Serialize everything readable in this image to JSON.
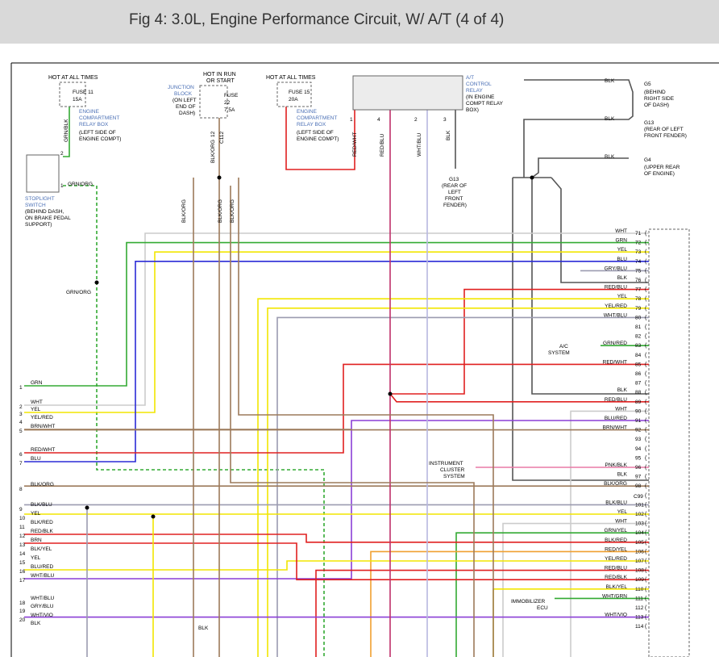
{
  "title": "Fig 4: 3.0L, Engine Performance Circuit, W/ A/T (4 of 4)",
  "colors": {
    "blue_label": "#4a6fb5",
    "GRN": "#33aa33",
    "WHT": "#cccccc",
    "YEL": "#f2e600",
    "BLU": "#2b2bd6",
    "RED": "#e02020",
    "BRN": "#9c7a5a",
    "BLK": "#555555",
    "VIO": "#8a3fd6",
    "PNK": "#e87aa5",
    "ORG": "#f0a030",
    "GRY": "#9b9bb0"
  },
  "fuses": [
    {
      "hot": "HOT AT ALL TIMES",
      "name": "FUSE 11",
      "rating": "15A",
      "desc": [
        "ENGINE",
        "COMPARTMENT",
        "RELAY BOX"
      ],
      "loc": [
        "(LEFT SIDE OF",
        "ENGINE COMPT)"
      ]
    },
    {
      "hot": "HOT IN RUN",
      "hot2": "OR START",
      "name": "FUSE",
      "num": "22",
      "rating": "7.5A",
      "desc": [
        "JUNCTION",
        "BLOCK"
      ],
      "loc": [
        "(ON LEFT",
        "END OF",
        "DASH)"
      ]
    },
    {
      "hot": "HOT AT ALL TIMES",
      "name": "FUSE 15",
      "rating": "20A",
      "desc": [
        "ENGINE",
        "COMPARTMENT",
        "RELAY BOX"
      ],
      "loc": [
        "(LEFT SIDE OF",
        "ENGINE COMPT)"
      ]
    }
  ],
  "relay": {
    "title": [
      "A/T",
      "CONTROL",
      "RELAY"
    ],
    "loc": [
      "(IN ENGINE",
      "COMPT RELAY",
      "BOX)"
    ],
    "pins": [
      "1",
      "4",
      "2",
      "3"
    ],
    "pin_wires": [
      "RED/WHT",
      "RED/BLU",
      "WHT/BLU",
      "BLK"
    ]
  },
  "grounds": [
    {
      "name": "G5",
      "loc": [
        "(BEHIND",
        "RIGHT SIDE",
        "OF DASH)"
      ]
    },
    {
      "name": "G13",
      "loc": [
        "(REAR OF LEFT",
        "FRONT FENDER)"
      ]
    },
    {
      "name": "G4",
      "loc": [
        "(UPPER REAR",
        "OF ENGINE)"
      ]
    }
  ],
  "g13_lower": [
    "G13",
    "(REAR OF",
    "LEFT",
    "FRONT",
    "FENDER)"
  ],
  "stoplight": {
    "title": [
      "STOPLIGHT",
      "SWITCH"
    ],
    "loc": [
      "(BEHIND DASH,",
      "ON BRAKE PEDAL",
      "SUPPORT)"
    ],
    "pins": [
      "2",
      "1"
    ]
  },
  "misc_labels": {
    "grn_blk": "GRN/BLK",
    "grn_org": "GRN/ORG",
    "grn_org2": "GRN/ORG",
    "c112": "C112",
    "blk_org": "BLK/ORG",
    "pin12": "12",
    "blk": "BLK",
    "blk_org_a": "BLK/ORG",
    "blk_org_b": "BLK/ORG",
    "blk_org_c": "BLK/ORG",
    "pin2": "2",
    "pin1": "1",
    "blk_bottom": "BLK",
    "c99": "C99"
  },
  "ac_system": [
    "A/C",
    "SYSTEM"
  ],
  "instrument_cluster": [
    "INSTRUMENT",
    "CLUSTER",
    "SYSTEM"
  ],
  "immobilizer": [
    "IMMOBILIZER",
    "ECU"
  ],
  "left_pins": [
    {
      "num": "1",
      "wire": "GRN"
    },
    {
      "num": "2",
      "wire": "WHT"
    },
    {
      "num": "3",
      "wire": "YEL"
    },
    {
      "num": "4",
      "wire": "YEL/RED"
    },
    {
      "num": "5",
      "wire": "BRN/WHT"
    },
    {
      "num": "6",
      "wire": "RED/WHT"
    },
    {
      "num": "7",
      "wire": "BLU"
    },
    {
      "num": "8",
      "wire": "BLK/ORG"
    },
    {
      "num": "9",
      "wire": "BLK/BLU"
    },
    {
      "num": "10",
      "wire": "YEL"
    },
    {
      "num": "11",
      "wire": "BLK/RED"
    },
    {
      "num": "12",
      "wire": "RED/BLK"
    },
    {
      "num": "13",
      "wire": "BRN"
    },
    {
      "num": "14",
      "wire": "BLK/YEL"
    },
    {
      "num": "15",
      "wire": "YEL"
    },
    {
      "num": "16",
      "wire": "BLU/RED"
    },
    {
      "num": "17",
      "wire": "WHT/BLU"
    },
    {
      "num": "18",
      "wire": "WHT/BLU"
    },
    {
      "num": "19",
      "wire": "GRY/BLU"
    },
    {
      "num": "20",
      "wire": "WHT/VIO"
    },
    {
      "num": "",
      "wire": "BLK"
    }
  ],
  "right_pins": [
    {
      "num": "71",
      "wire": "WHT"
    },
    {
      "num": "72",
      "wire": "GRN"
    },
    {
      "num": "73",
      "wire": "YEL"
    },
    {
      "num": "74",
      "wire": "BLU"
    },
    {
      "num": "75",
      "wire": "GRY/BLU"
    },
    {
      "num": "76",
      "wire": "BLK"
    },
    {
      "num": "77",
      "wire": "RED/BLU"
    },
    {
      "num": "78",
      "wire": "YEL"
    },
    {
      "num": "79",
      "wire": "YEL/RED"
    },
    {
      "num": "80",
      "wire": "WHT/BLU"
    },
    {
      "num": "81",
      "wire": ""
    },
    {
      "num": "82",
      "wire": ""
    },
    {
      "num": "83",
      "wire": "GRN/RED"
    },
    {
      "num": "84",
      "wire": ""
    },
    {
      "num": "85",
      "wire": "RED/WHT"
    },
    {
      "num": "86",
      "wire": ""
    },
    {
      "num": "87",
      "wire": ""
    },
    {
      "num": "88",
      "wire": "BLK"
    },
    {
      "num": "89",
      "wire": "RED/BLU"
    },
    {
      "num": "90",
      "wire": "WHT"
    },
    {
      "num": "91",
      "wire": "BLU/RED"
    },
    {
      "num": "92",
      "wire": "BRN/WHT"
    },
    {
      "num": "93",
      "wire": ""
    },
    {
      "num": "94",
      "wire": ""
    },
    {
      "num": "95",
      "wire": ""
    },
    {
      "num": "96",
      "wire": "PNK/BLK"
    },
    {
      "num": "97",
      "wire": "BLK"
    },
    {
      "num": "98",
      "wire": "BLK/ORG"
    },
    {
      "num": "",
      "wire": ""
    },
    {
      "num": "101",
      "wire": "BLK/BLU"
    },
    {
      "num": "102",
      "wire": "YEL"
    },
    {
      "num": "103",
      "wire": "WHT"
    },
    {
      "num": "104",
      "wire": "GRN/YEL"
    },
    {
      "num": "105",
      "wire": "BLK/RED"
    },
    {
      "num": "106",
      "wire": "RED/YEL"
    },
    {
      "num": "107",
      "wire": "YEL/RED"
    },
    {
      "num": "108",
      "wire": "RED/BLU"
    },
    {
      "num": "109",
      "wire": "RED/BLK"
    },
    {
      "num": "110",
      "wire": "BLK/YEL"
    },
    {
      "num": "111",
      "wire": "WHT/GRN"
    },
    {
      "num": "112",
      "wire": ""
    },
    {
      "num": "113",
      "wire": "WHT/VIO"
    },
    {
      "num": "114",
      "wire": ""
    }
  ]
}
